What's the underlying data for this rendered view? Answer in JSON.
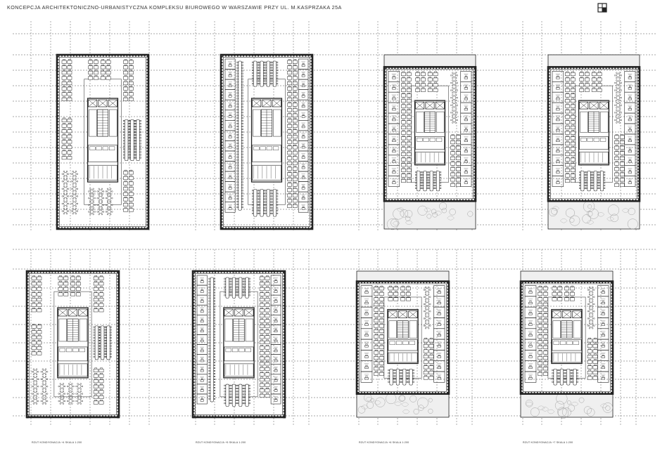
{
  "header": {
    "title": "KONCEPCJA ARCHITEKTONICZNO-URBANISTYCZNA KOMPLEKSU BIUROWEGO W WARSZAWIE PRZY UL. M.KASPRZAKA 25A"
  },
  "toolbar": {
    "layout_icon": "grid-layout-icon"
  },
  "captions": [
    "RZUT KONDYGNACJA +4 SKALA 1:200",
    "RZUT KONDYGNACJA +5 SKALA 1:200",
    "RZUT KONDYGNACJA +6 SKALA 1:200",
    "RZUT KONDYGNACJA +7 SKALA 1:200"
  ],
  "plans": [
    {
      "variant": "open"
    },
    {
      "variant": "cellular"
    },
    {
      "variant": "terrace"
    },
    {
      "variant": "terrace"
    },
    {
      "variant": "open"
    },
    {
      "variant": "cellular"
    },
    {
      "variant": "terrace"
    },
    {
      "variant": "terrace"
    }
  ],
  "colors": {
    "line": "#222222",
    "grid": "#8a8a8a",
    "fill": "#efefef"
  }
}
